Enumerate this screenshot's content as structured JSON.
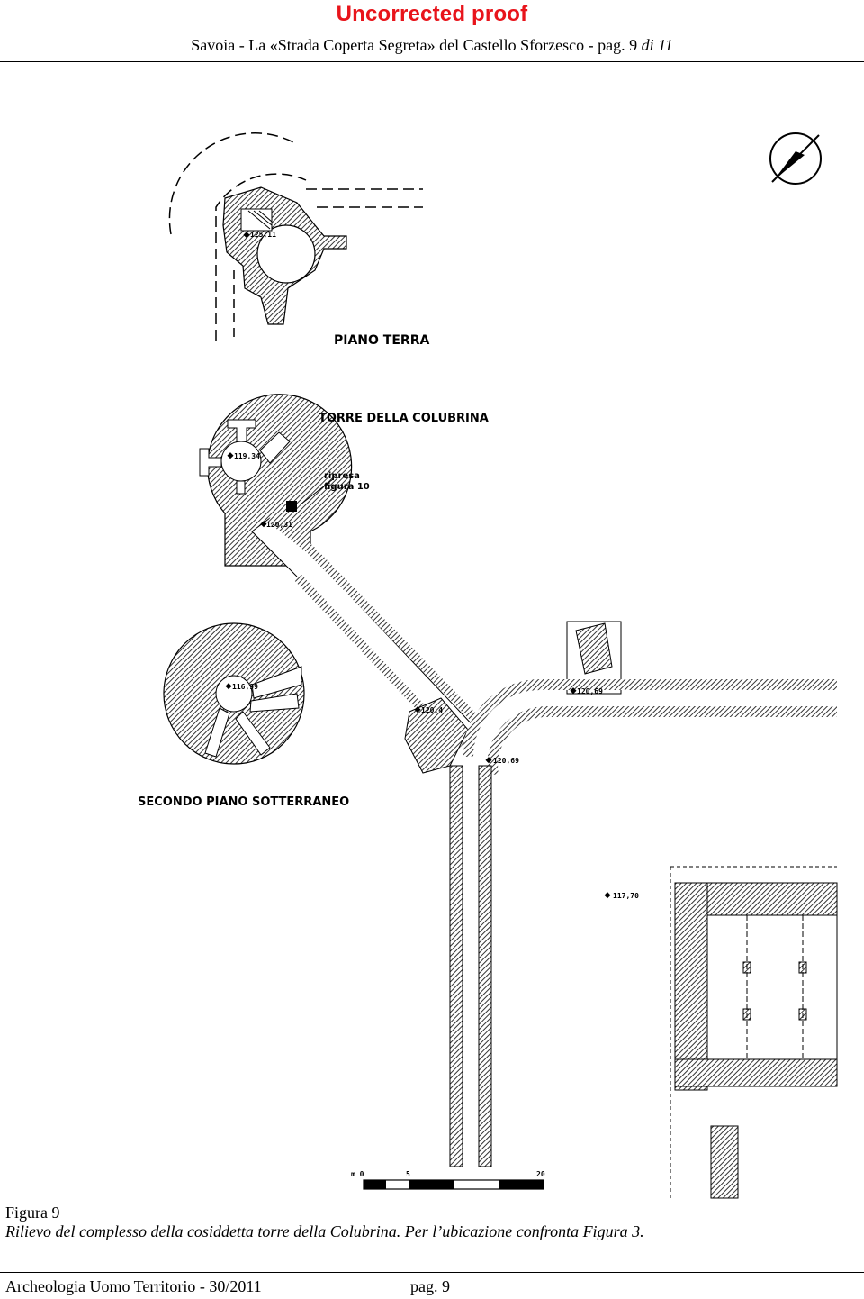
{
  "banner": "Uncorrected proof",
  "running_head": {
    "text": "Savoia  - La «Strada Coperta Segreta» del Castello Sforzesco -  pag.",
    "page": "9",
    "of": "di 11"
  },
  "plan": {
    "labels": {
      "piano_terra": "PIANO TERRA",
      "torre": "TORRE DELLA COLUBRINA",
      "ripresa_1": "ripresa",
      "ripresa_2": "figura 10",
      "secondo_piano": "SECONDO PIANO SOTTERRANEO"
    },
    "elevations": {
      "e1": "125,11",
      "e2": "119,34",
      "e3": "120,31",
      "e4": "116,99",
      "e5": "120,4",
      "e6": "120,69",
      "e7": "120,69",
      "e8": "117,70"
    },
    "scale": {
      "start": "m 0",
      "mid": "5",
      "end": "20"
    }
  },
  "caption": {
    "label": "Figura 9",
    "text": "Rilievo del complesso della cosiddetta torre della Colubrina. Per l’ubicazione confronta Figura 3."
  },
  "footer": {
    "journal": "Archeologia Uomo Territorio - 30/2011",
    "page": "pag. 9"
  },
  "colors": {
    "banner": "#e8141b",
    "ink": "#000000"
  }
}
